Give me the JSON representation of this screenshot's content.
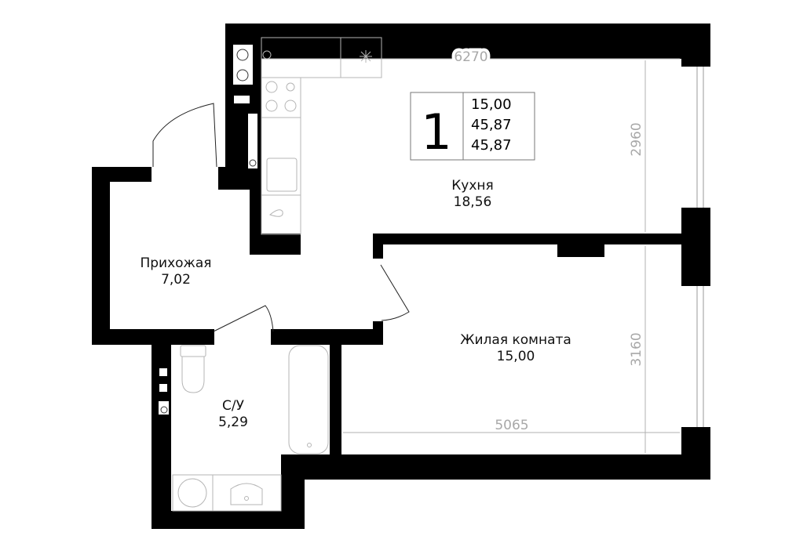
{
  "info_box": {
    "rooms_count": "1",
    "values": [
      "15,00",
      "45,87",
      "45,87"
    ]
  },
  "rooms": {
    "kitchen": {
      "name": "Кухня",
      "area": "18,56"
    },
    "hallway": {
      "name": "Прихожая",
      "area": "7,02"
    },
    "bathroom": {
      "name": "С/У",
      "area": "5,29"
    },
    "living": {
      "name": "Жилая комната",
      "area": "15,00"
    }
  },
  "dimensions": {
    "kitchen_width": "6270",
    "kitchen_depth": "2960",
    "living_depth": "3160",
    "living_width": "5065"
  },
  "colors": {
    "wall": "#000000",
    "fixture": "#b5b5b5",
    "dimension": "#a8a8a8"
  }
}
